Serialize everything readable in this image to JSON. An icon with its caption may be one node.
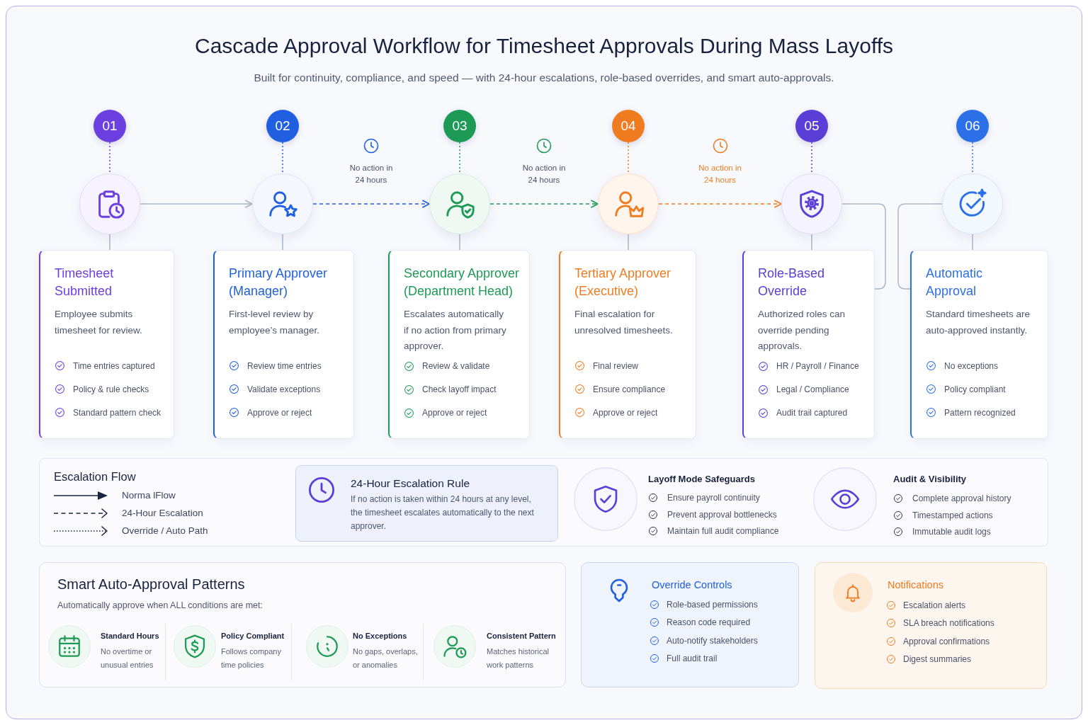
{
  "diagram": {
    "title": "Cascade Approval Workflow for Timesheet Approvals During Mass Layoffs",
    "nodes": [
      {
        "text": [
          "01"
        ]
      },
      {
        "text": [],
        "shape": "circle"
      },
      {
        "text": [
          "Timesheet Submitted",
          "Employee submits timesheet for review.",
          "Time entries captured",
          "Policy & rule checks",
          "Standard pattern check"
        ]
      },
      {
        "text": [
          "02"
        ]
      },
      {
        "text": [],
        "shape": "circle"
      },
      {
        "text": [
          "Primary Approver (Manager)",
          "First-level review by employee’s manager.",
          "Review time entries",
          "Validate exceptions",
          "Approve or reject"
        ]
      },
      {
        "text": [
          "03"
        ]
      },
      {
        "text": [],
        "shape": "circle"
      },
      {
        "text": [
          "Secondary Approver (Department Head)",
          "Escalates automatically if no action from primary approver.",
          "Review & validate",
          "Check layoff impact",
          "Approve or reject"
        ]
      },
      {
        "text": [
          "04"
        ]
      },
      {
        "text": [],
        "shape": "circle"
      },
      {
        "text": [
          "Tertiary Approver (Executive)",
          "Final escalation for unresolved timesheets.",
          "Final review",
          "Ensure compliance",
          "Approve or reject"
        ]
      },
      {
        "text": [
          "05"
        ]
      },
      {
        "text": [],
        "shape": "circle"
      },
      {
        "text": [
          "Role-Based Override",
          "Authorized roles can override pending approvals.",
          "HR / Payroll / Finance",
          "Legal / Compliance",
          "Audit trail captured"
        ]
      },
      {
        "text": [
          "06"
        ]
      },
      {
        "text": [],
        "shape": "circle"
      },
      {
        "text": [
          "Automatic Approval",
          "Standard timesheets are auto-approved instantly.",
          "No exceptions",
          "Policy compliant",
          "Pattern recognized"
        ]
      },
      {
        "text": [
          "Escalation Flow",
          "Layoff Mode Safeguards",
          "Ensure payroll continuity",
          "Prevent approval bottlenecks",
          "Maintain full audit compliance",
          "Audit & Visibility",
          "Complete approval history",
          "Timestamped actions",
          "Immutable audit logs"
        ]
      },
      {
        "text": [
          "24-Hour Escalation Rule",
          "If no action is taken within 24 hours at any level, the timesheet escalates automatically to the next approver."
        ],
        "in": 18
      },
      {
        "text": [
          "Smart Auto-Approval Patterns",
          "Automatically approve when ALL conditions are met:",
          "Standard Hours",
          "No overtime or unusual entries",
          "Policy Compliant",
          "Follows company time policies",
          "No Exceptions",
          "No gaps, overlaps, or anomalies",
          "Consistent Pattern",
          "Matches historical work patterns"
        ]
      },
      {
        "text": [
          "Override Controls",
          "Role-based permissions",
          "Reason code required",
          "Auto-notify stakeholders",
          "Full audit trail"
        ]
      },
      {
        "text": [
          "Notifications",
          "Escalation alerts",
          "SLA breach notifications",
          "Approval confirmations",
          "Digest summaries"
        ]
      }
    ],
    "edges": [
      {
        "from": 0,
        "to": 1,
        "arrow": "none",
        "style": "dashed",
        "color": "#6b3fe0"
      },
      {
        "from": 1,
        "to": 2,
        "arrow": "none"
      },
      {
        "from": 3,
        "to": 4,
        "arrow": "none",
        "style": "dashed",
        "color": "#1f5fe0"
      },
      {
        "from": 4,
        "to": 5,
        "arrow": "none"
      },
      {
        "from": 6,
        "to": 7,
        "arrow": "none",
        "style": "dashed",
        "color": "#1d9a55"
      },
      {
        "from": 7,
        "to": 8,
        "arrow": "none"
      },
      {
        "from": 9,
        "to": 10,
        "arrow": "none",
        "style": "dashed",
        "color": "#f07c22"
      },
      {
        "from": 10,
        "to": 11,
        "arrow": "none"
      },
      {
        "from": 12,
        "to": 13,
        "arrow": "none",
        "style": "dashed",
        "color": "#5a3fd6"
      },
      {
        "from": 13,
        "to": 14,
        "arrow": "none"
      },
      {
        "from": 15,
        "to": 16,
        "arrow": "none",
        "style": "dashed",
        "color": "#2b70e6"
      },
      {
        "from": 16,
        "to": 17,
        "arrow": "none"
      },
      {
        "from": 1,
        "to": 4,
        "arrow": "to"
      },
      {
        "from": 4,
        "to": 7,
        "arrow": "to",
        "label": "No action in 24 hours",
        "style": "dashed",
        "color": "#1f5fe0"
      },
      {
        "from": 7,
        "to": 10,
        "arrow": "to",
        "label": "No action in 24 hours",
        "style": "dashed",
        "color": "#1d9a55"
      },
      {
        "from": 10,
        "to": 13,
        "arrow": "to",
        "label": "No action in 24 hours",
        "style": "dashed",
        "color": "#f07c22"
      },
      {
        "from": 13,
        "to": 14,
        "arrow": "none"
      },
      {
        "from": 16,
        "to": 17,
        "arrow": "none"
      }
    ],
    "labels": [
      "Built for continuity, compliance, and speed — with 24-hour escalations, role-based overrides, and smart auto-approvals."
    ],
    "legend": [
      {
        "text": "Norma lFlow"
      },
      {
        "text": "24-Hour Escalation"
      },
      {
        "text": "Override / Auto Path"
      }
    ]
  }
}
